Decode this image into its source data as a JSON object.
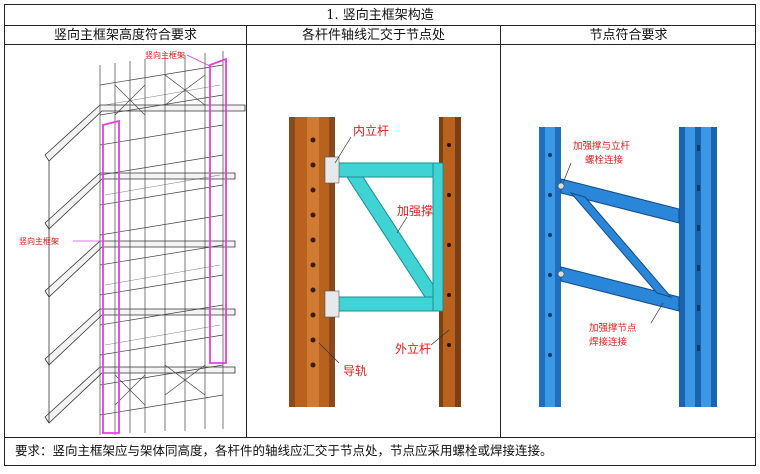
{
  "title": "1.  竖向主框架构造",
  "headers": [
    "竖向主框架高度符合要求",
    "各杆件轴线汇交于节点处",
    "节点符合要求"
  ],
  "panel1": {
    "label_top": "竖向主框架",
    "label_left": "竖向主框架"
  },
  "panel2": {
    "label_inner": "内立杆",
    "label_brace": "加强撑",
    "label_outer": "外立杆",
    "label_rail": "导轨"
  },
  "panel3": {
    "label_top_line1": "加强撑与立杆",
    "label_top_line2": "螺栓连接",
    "label_bottom_line1": "加强撑节点",
    "label_bottom_line2": "焊接连接"
  },
  "requirement": "要求：竖向主框架应与架体同高度，各杆件的轴线应汇交于节点处，节点应采用螺栓或焊接连接。",
  "colors": {
    "magenta": "#e040e0",
    "label_red": "#e0201c",
    "orange_rail": "#b8621e",
    "cyan_brace": "#3fd3d3",
    "blue_frame": "#2a86d8"
  }
}
